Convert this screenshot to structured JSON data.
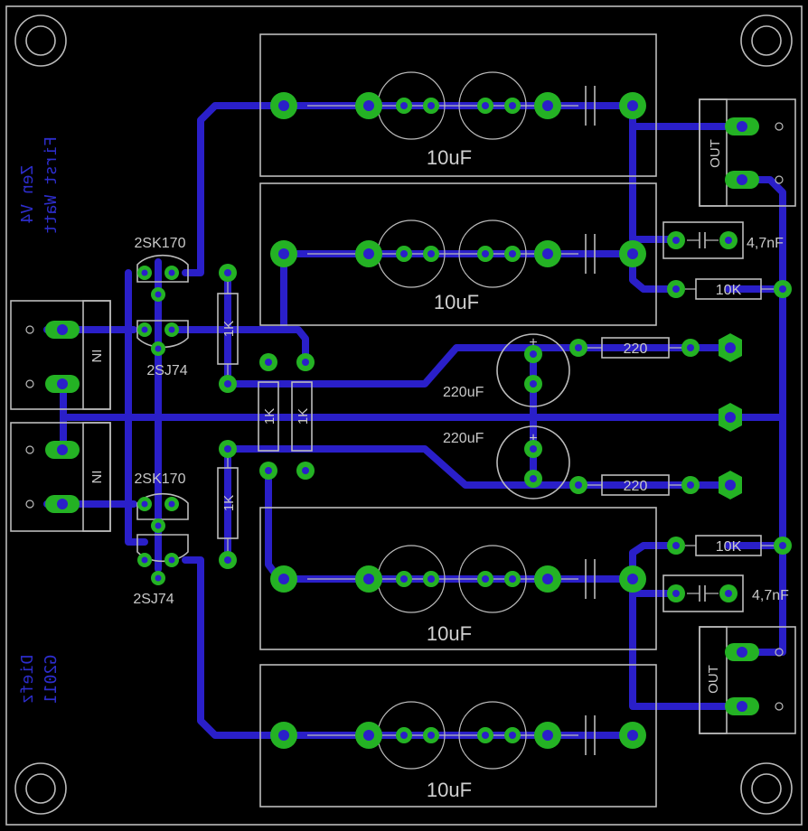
{
  "board": {
    "title_line1": "First Watt",
    "title_line2": "Zen V4",
    "author_line1": "Diefz",
    "author_line2": "G2011"
  },
  "caps": {
    "big_value": "10uF",
    "small_value": "4,7nF",
    "elko_value": "220uF",
    "plus": "+"
  },
  "resistors": {
    "r_1k": "1K",
    "r_10k": "10K",
    "r_220": "220"
  },
  "transistors": {
    "n_fet": "2SK170",
    "p_fet": "2SJ74"
  },
  "connectors": {
    "input": "IN",
    "output": "OUT"
  },
  "colors": {
    "board": "#000000",
    "trace": "#2a1fc9",
    "pad": "#24b224",
    "silkscreen": "#bbbbbb"
  }
}
